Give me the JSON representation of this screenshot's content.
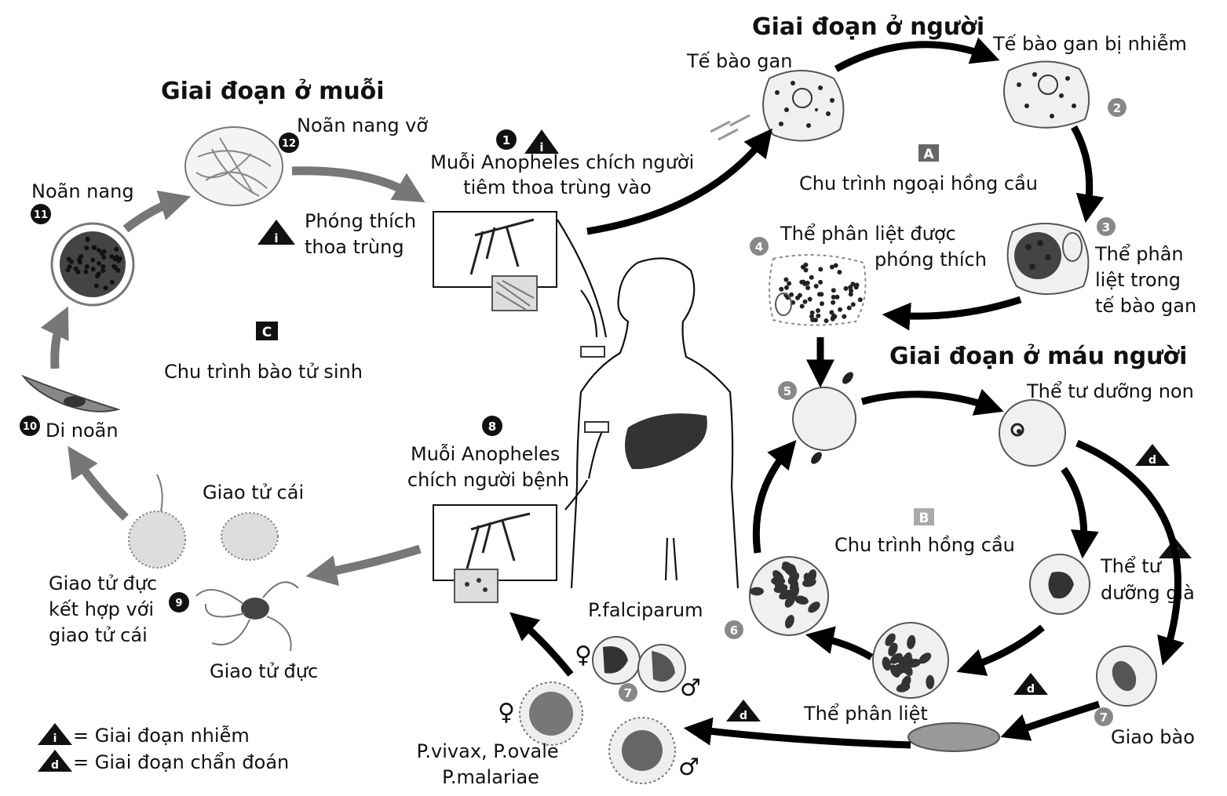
{
  "stages": {
    "human": "Giai đoạn ở người",
    "mosquito": "Giai đoạn ở muỗi",
    "blood": "Giai đoạn ở máu người"
  },
  "cycles": {
    "A": {
      "badge": "A",
      "label": "Chu trình ngoại hồng cầu"
    },
    "B": {
      "badge": "B",
      "label": "Chu trình hồng cầu"
    },
    "C": {
      "badge": "C",
      "label": "Chu trình bào tử sinh"
    }
  },
  "labels": {
    "liver_cell": "Tế bào gan",
    "infected_liver": "Tế bào gan bị nhiễm",
    "step2": "2",
    "step3": "3",
    "schizont_liver": [
      "Thể phân",
      "liệt trong",
      "tế bào gan"
    ],
    "step4": "4",
    "schizont_released": [
      "Thể phân liệt được",
      "phóng thích"
    ],
    "step5": "5",
    "young_trophozoite": "Thể tư dưỡng non",
    "old_trophozoite": [
      "Thể tư",
      "dưỡng già"
    ],
    "gametocyte": "Giao bào",
    "step7": "7",
    "schizont": "Thể phân liệt",
    "step6": "6",
    "pfalciparum": "P.falciparum",
    "pvivax": [
      "P.vivax, P.ovale",
      "P.malariae"
    ],
    "step1": "1",
    "bite_inject": [
      "Muỗi Anopheles chích người",
      "tiêm thoa trùng vào"
    ],
    "step8": "8",
    "bite_patient": [
      "Muỗi Anopheles",
      "chích người bệnh"
    ],
    "oocyst_rupture": "Noãn nang vỡ",
    "step12": "12",
    "release_sporozoite": [
      "Phóng thích",
      "thoa trùng"
    ],
    "oocyst": "Noãn nang",
    "step11": "11",
    "ookinete": "Di noãn",
    "step10": "10",
    "female_gamete": "Giao tử cái",
    "fertilization": [
      "Giao tử đực",
      "kết hợp với",
      "giao tử cái"
    ],
    "step9": "9",
    "male_gamete": "Giao tử đực",
    "female_symbol": "♀",
    "male_symbol": "♂"
  },
  "legend": {
    "infective_badge": "i",
    "infective": "= Giai đoạn nhiễm",
    "diagnostic_badge": "d",
    "diagnostic": "= Giai đoạn chẩn đoán"
  }
}
